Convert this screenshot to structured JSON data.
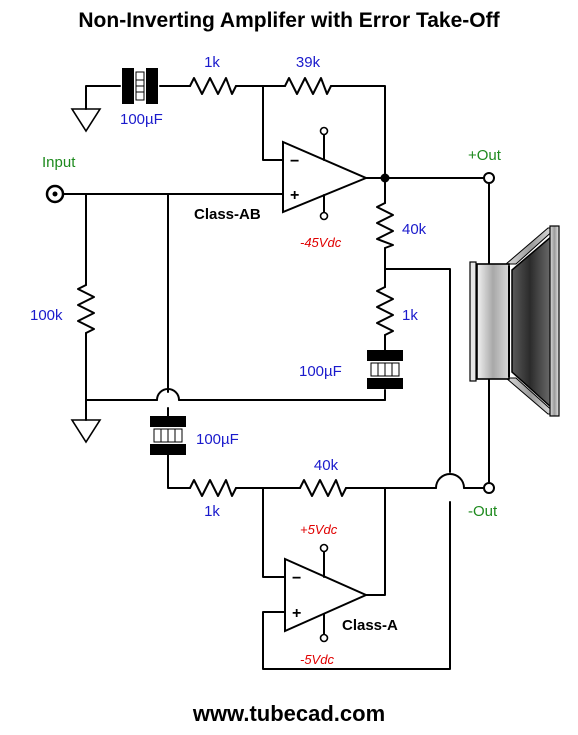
{
  "title": "Non-Inverting Amplifer with Error Take-Off",
  "footer": "www.tubecad.com",
  "labels": {
    "input": "Input",
    "plus_out": "+Out",
    "minus_out": "-Out",
    "amp1": "Class-AB",
    "amp2": "Class-A",
    "amp1_neg_rail": "-45Vdc",
    "amp2_pos_rail": "+5Vdc",
    "amp2_neg_rail": "-5Vdc",
    "cap_top": "100µF",
    "r_top_in": "1k",
    "r_top_fb": "39k",
    "r_input": "100k",
    "r_div_top": "40k",
    "r_div_bot": "1k",
    "cap_div": "100µF",
    "cap_bottom": "100µF",
    "r_bot_in": "1k",
    "r_bot_fb": "40k",
    "pin_minus": "−",
    "pin_plus": "+"
  },
  "colors": {
    "value_text": "#1a1acc",
    "io_text": "#1d8a1d",
    "rail_text": "#e00000"
  }
}
